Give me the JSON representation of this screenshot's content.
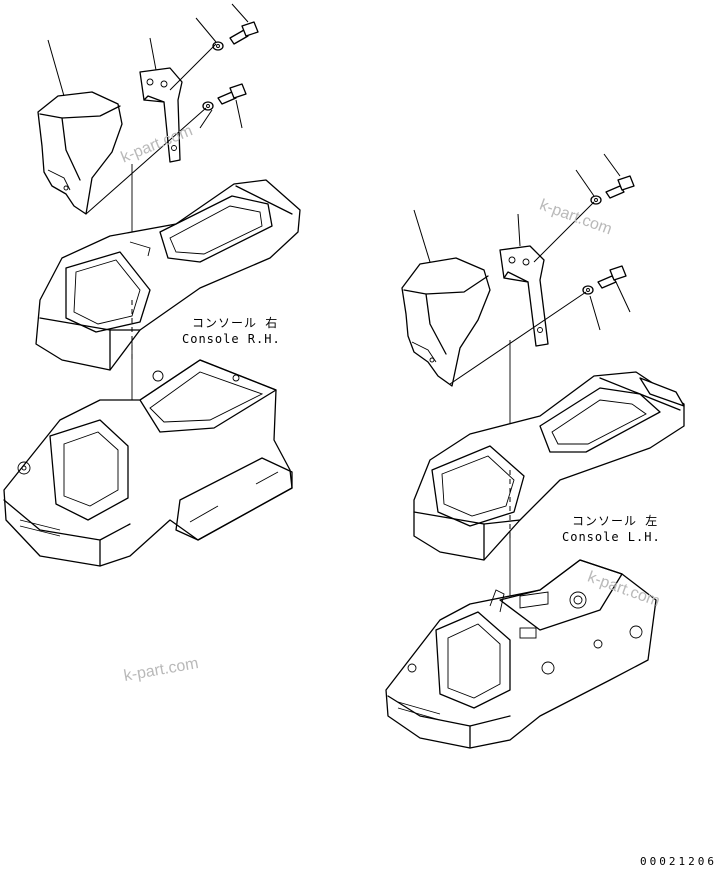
{
  "labels": {
    "console_rh_jp": "コンソール 右",
    "console_rh_en": "Console R.H.",
    "console_lh_jp": "コンソール 左",
    "console_lh_en": "Console L.H."
  },
  "watermark": "k-part.com",
  "drawing_code": "00021206"
}
